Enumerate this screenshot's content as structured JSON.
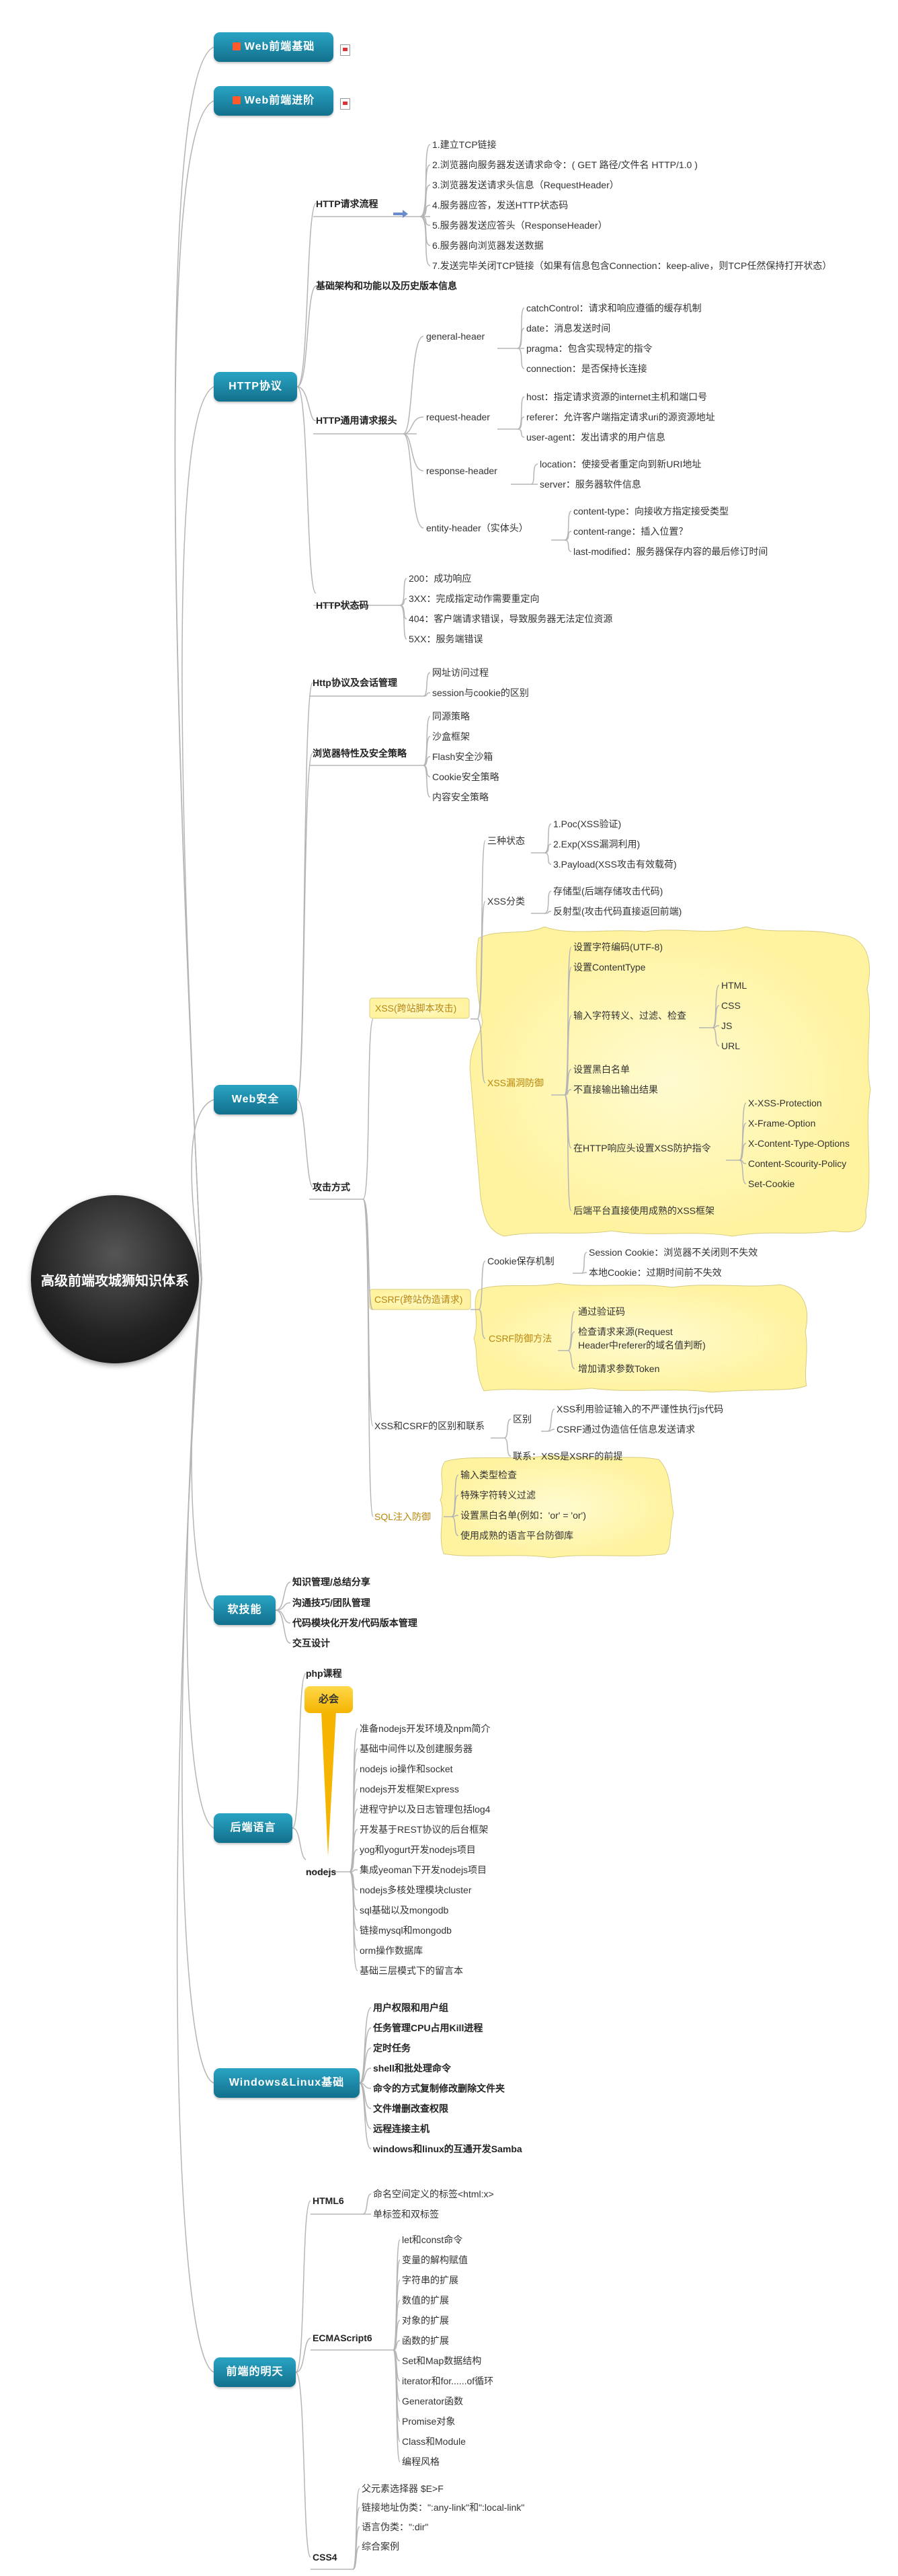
{
  "central": "高级前端攻城狮知识体系",
  "branches": {
    "web_basic": "Web前端基础",
    "web_advanced": "Web前端进阶",
    "http": "HTTP协议",
    "web_security": "Web安全",
    "soft_skills": "软技能",
    "backend": "后端语言",
    "windows_linux": "Windows&Linux基础",
    "future": "前端的明天"
  },
  "http": {
    "flow": {
      "title": "HTTP请求流程",
      "items": [
        "1.建立TCP链接",
        "2.浏览器向服务器发送请求命令：( GET 路径/文件名 HTTP/1.0 )",
        "3.浏览器发送请求头信息（RequestHeader）",
        "4.服务器应答，发送HTTP状态码",
        "5.服务器发送应答头（ResponseHeader）",
        "6.服务器向浏览器发送数据",
        "7.发送完毕关闭TCP链接（如果有信息包含Connection：keep-alive，则TCP任然保持打开状态）"
      ]
    },
    "basic_arch": "基础架构和功能以及历史版本信息",
    "headers": {
      "title": "HTTP通用请求报头",
      "general": {
        "title": "general-heaer",
        "items": [
          "catchControl：请求和响应遵循的缓存机制",
          "date：消息发送时间",
          "pragma：包含实现特定的指令",
          "connection：是否保持长连接"
        ]
      },
      "request": {
        "title": "request-header",
        "items": [
          "host：指定请求资源的internet主机和端口号",
          "referer：允许客户端指定请求uri的源资源地址",
          "user-agent：发出请求的用户信息"
        ]
      },
      "response": {
        "title": "response-header",
        "items": [
          "location：使接受者重定向到新URI地址",
          "server：服务器软件信息"
        ]
      },
      "entity": {
        "title": "entity-header（实体头）",
        "items": [
          "content-type：向接收方指定接受类型",
          "content-range：插入位置？",
          "last-modified：服务器保存内容的最后修订时间"
        ]
      }
    },
    "status": {
      "title": "HTTP状态码",
      "items": [
        "200：成功响应",
        "3XX：完成指定动作需要重定向",
        "404：客户端请求错误，导致服务器无法定位资源",
        "5XX：服务端错误"
      ]
    }
  },
  "security": {
    "session": {
      "title": "Http协议及会话管理",
      "items": [
        "网址访问过程",
        "session与cookie的区别"
      ]
    },
    "browser": {
      "title": "浏览器特性及安全策略",
      "items": [
        "同源策略",
        "沙盒框架",
        "Flash安全沙箱",
        "Cookie安全策略",
        "内容安全策略"
      ]
    },
    "attack": "攻击方式",
    "xss": {
      "title": "XSS(跨站脚本攻击)",
      "three": {
        "title": "三种状态",
        "items": [
          "1.Poc(XSS验证)",
          "2.Exp(XSS漏洞利用)",
          "3.Payload(XSS攻击有效载荷)"
        ]
      },
      "types": {
        "title": "XSS分类",
        "items": [
          "存储型(后端存储攻击代码)",
          "反射型(攻击代码直接返回前端)"
        ]
      },
      "defense": {
        "title": "XSS漏洞防御",
        "items": [
          "设置字符编码(UTF-8)",
          "设置ContentType",
          "输入字符转义、过滤、检查",
          "设置黑白名单",
          "不直接输出输出结果",
          "在HTTP响应头设置XSS防护指令",
          "后端平台直接使用成熟的XSS框架"
        ],
        "escape": [
          "HTML",
          "CSS",
          "JS",
          "URL"
        ],
        "headers": [
          "X-XSS-Protection",
          "X-Frame-Option",
          "X-Content-Type-Options",
          "Content-Scourity-Policy",
          "Set-Cookie"
        ]
      }
    },
    "csrf": {
      "title": "CSRF(跨站伪造请求)",
      "cookie": {
        "title": "Cookie保存机制",
        "items": [
          "Session Cookie：浏览器不关闭则不失效",
          "本地Cookie：过期时间前不失效"
        ]
      },
      "defense": {
        "title": "CSRF防御方法",
        "items": [
          "通过验证码",
          "检查请求来源(Request",
          "Header中referer的域名值判断)",
          "增加请求参数Token"
        ]
      }
    },
    "relation": {
      "title": "XSS和CSRF的区别和联系",
      "diff_label": "区别",
      "diff": [
        "XSS利用验证输入的不严谨性执行js代码",
        "CSRF通过伪造信任信息发送请求"
      ],
      "link": "联系：XSS是XSRF的前提"
    },
    "sql": {
      "title": "SQL注入防御",
      "items": [
        "输入类型检查",
        "特殊字符转义过滤",
        "设置黑白名单(例如：'or' = 'or')",
        "使用成熟的语言平台防御库"
      ]
    }
  },
  "soft": [
    "知识管理/总结分享",
    "沟通技巧/团队管理",
    "代码模块化开发/代码版本管理",
    "交互设计"
  ],
  "backend": {
    "php": "php课程",
    "must": "必会",
    "nodejs": "nodejs",
    "items": [
      "准备nodejs开发环境及npm简介",
      "基础中间件以及创建服务器",
      "nodejs io操作和socket",
      "nodejs开发框架Express",
      "进程守护以及日志管理包括log4",
      "开发基于REST协议的后台框架",
      "yog和yogurt开发nodejs项目",
      "集成yeoman下开发nodejs项目",
      "nodejs多核处理模块cluster",
      "sql基础以及mongodb",
      "链接mysql和mongodb",
      "orm操作数据库",
      "基础三层模式下的留言本"
    ]
  },
  "windows": [
    "用户权限和用户组",
    "任务管理CPU占用Kill进程",
    "定时任务",
    "shell和批处理命令",
    "命令的方式复制修改删除文件夹",
    "文件增删改查权限",
    "远程连接主机",
    "windows和linux的互通开发Samba"
  ],
  "future": {
    "html6": {
      "title": "HTML6",
      "items": [
        "命名空间定义的标签<html:x>",
        "单标签和双标签"
      ]
    },
    "es6": {
      "title": "ECMAScript6",
      "items": [
        "let和const命令",
        "变量的解构赋值",
        "字符串的扩展",
        "数值的扩展",
        "对象的扩展",
        "函数的扩展",
        "Set和Map数据结构",
        "iterator和for......of循环",
        "Generator函数",
        "Promise对象",
        "Class和Module",
        "编程风格"
      ]
    },
    "css4": {
      "title": "CSS4",
      "items": [
        "父元素选择器 $E>F",
        "链接地址伪类：\":any-link\"和\":local-link\"",
        "语言伪类：\":dir\"",
        "综合案例"
      ]
    }
  },
  "colors": {
    "branch": "#1b86a6",
    "highlight": "#fff7b8",
    "highlight_text": "#b8860b",
    "line": "#b5b5b5",
    "badge": "#f5b400"
  }
}
